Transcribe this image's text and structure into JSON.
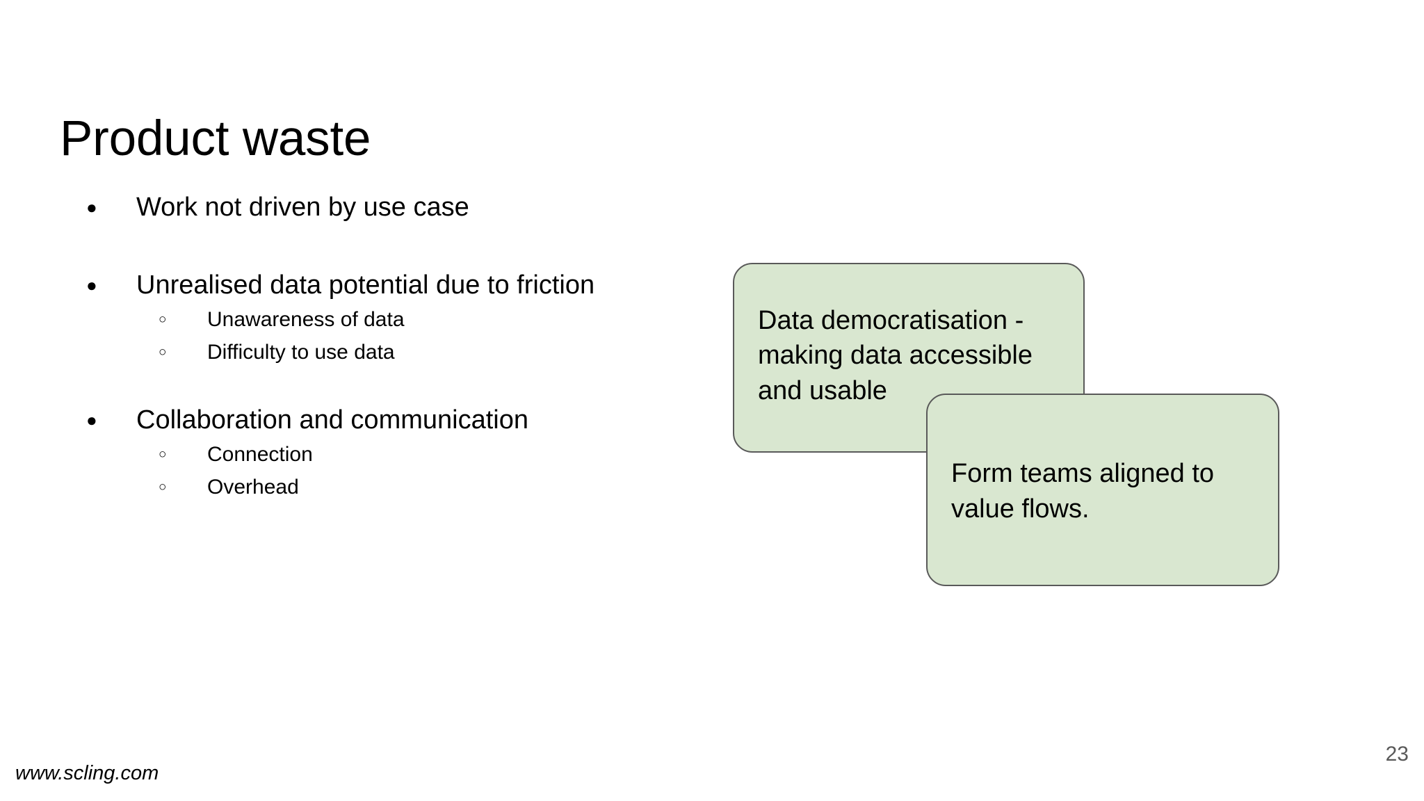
{
  "slide": {
    "title": "Product waste",
    "page_number": "23",
    "footer_url": "www.scling.com",
    "background_color": "#ffffff",
    "title_color": "#000000",
    "page_number_color": "#595959"
  },
  "bullets": {
    "marker_level1": "●",
    "marker_level2": "○",
    "groups": [
      {
        "text": "Work not driven by use case",
        "children": []
      },
      {
        "text": "Unrealised data potential due to friction",
        "children": [
          "Unawareness of data",
          "Difficulty to use data"
        ]
      },
      {
        "text": "Collaboration and communication",
        "children": [
          "Connection",
          "Overhead"
        ]
      }
    ]
  },
  "sticky_notes": {
    "fill_color": "#d9e7d0",
    "border_color": "#595959",
    "items": [
      {
        "text": "Data democratisation - making data accessible and usable"
      },
      {
        "text": "Form teams aligned to value flows."
      }
    ]
  }
}
